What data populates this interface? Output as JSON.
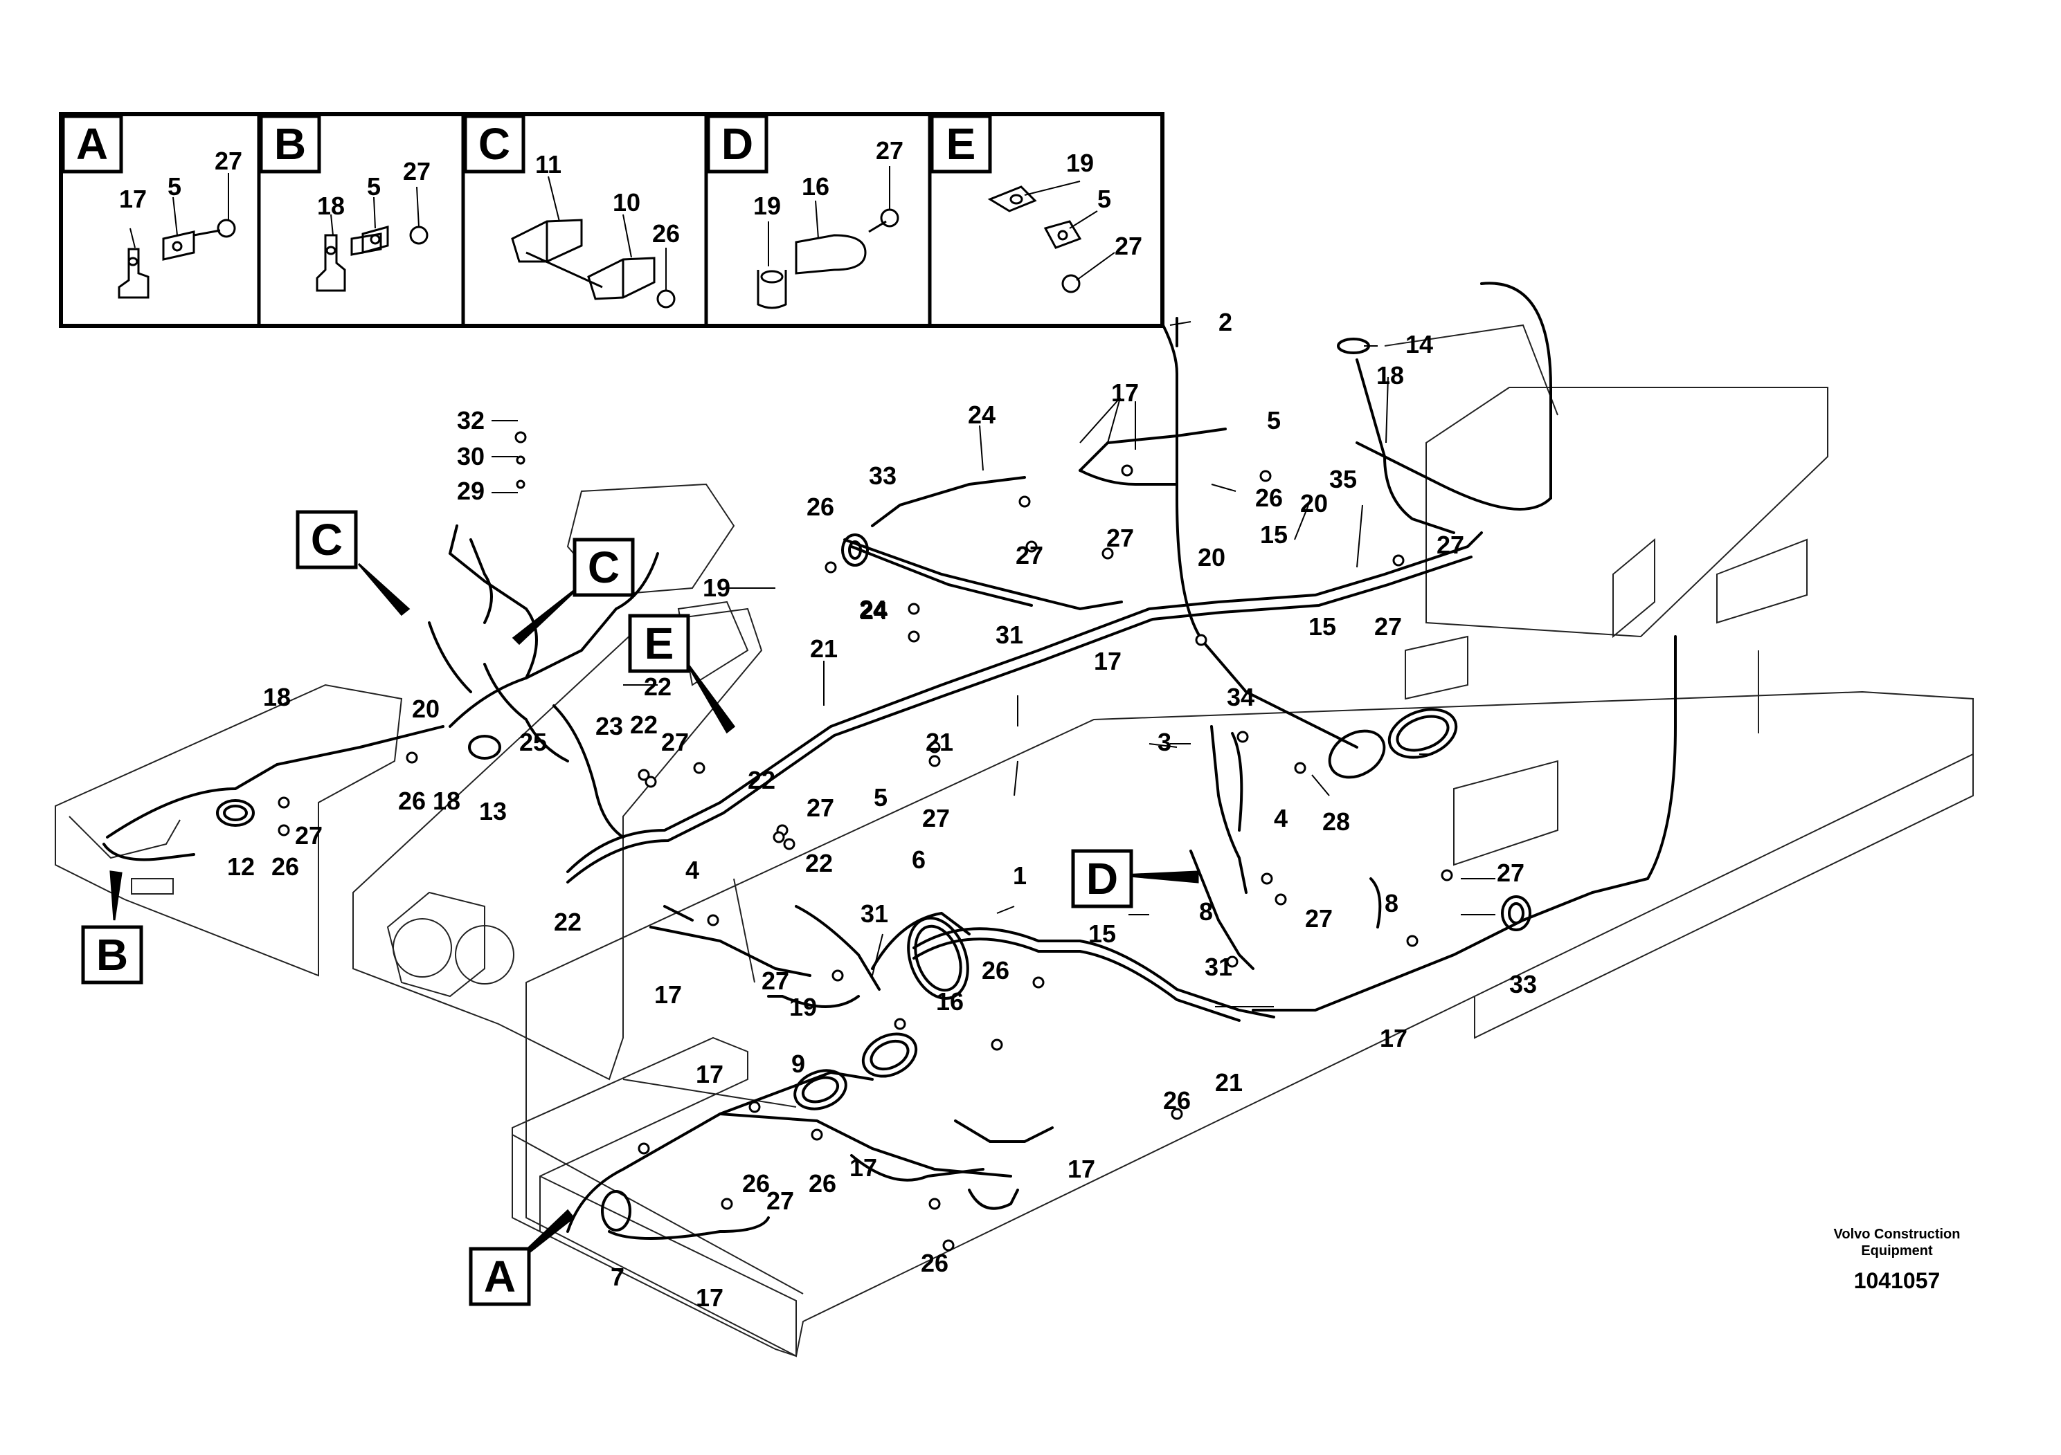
{
  "detail_panels": [
    {
      "id": "A",
      "label": "A",
      "parts": [
        "17",
        "5",
        "27"
      ]
    },
    {
      "id": "B",
      "label": "B",
      "parts": [
        "18",
        "5",
        "27"
      ]
    },
    {
      "id": "C",
      "label": "C",
      "parts": [
        "11",
        "10",
        "26"
      ]
    },
    {
      "id": "D",
      "label": "D",
      "parts": [
        "19",
        "16",
        "27"
      ]
    },
    {
      "id": "E",
      "label": "E",
      "parts": [
        "19",
        "5",
        "27"
      ]
    }
  ],
  "view_refs": [
    "C",
    "C",
    "E",
    "D",
    "B",
    "A"
  ],
  "callouts": [
    "32",
    "30",
    "29",
    "18",
    "2",
    "14",
    "17",
    "18",
    "24",
    "33",
    "26",
    "27",
    "27",
    "15",
    "26",
    "5",
    "20",
    "35",
    "27",
    "24",
    "19",
    "24",
    "31",
    "17",
    "20",
    "21",
    "15",
    "27",
    "22",
    "20",
    "23",
    "22",
    "27",
    "25",
    "26",
    "18",
    "13",
    "18",
    "12",
    "26",
    "27",
    "21",
    "5",
    "27",
    "3",
    "34",
    "4",
    "28",
    "22",
    "27",
    "22",
    "4",
    "22",
    "6",
    "1",
    "31",
    "17",
    "27",
    "19",
    "16",
    "26",
    "15",
    "8",
    "27",
    "31",
    "27",
    "8",
    "17",
    "33",
    "9",
    "17",
    "26",
    "26",
    "17",
    "17",
    "27",
    "26",
    "7",
    "17",
    "26",
    "21"
  ],
  "footer": {
    "company_line1": "Volvo Construction",
    "company_line2": "Equipment",
    "drawing_id": "1041057"
  }
}
